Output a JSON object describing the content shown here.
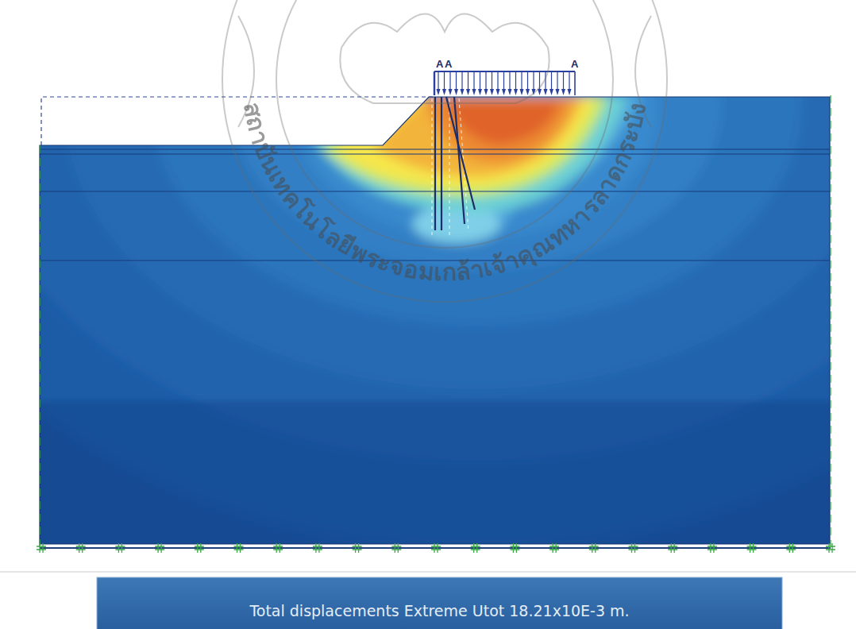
{
  "diagram": {
    "caption": "Total displacements Extreme Utot 18.21x10E-3 m.",
    "labels": [
      "A",
      "A",
      "A",
      "สถาบันเทคโนโลยีพระจอมเกล้าเจ้าคุณทหารลาดกระบัง"
    ]
  }
}
